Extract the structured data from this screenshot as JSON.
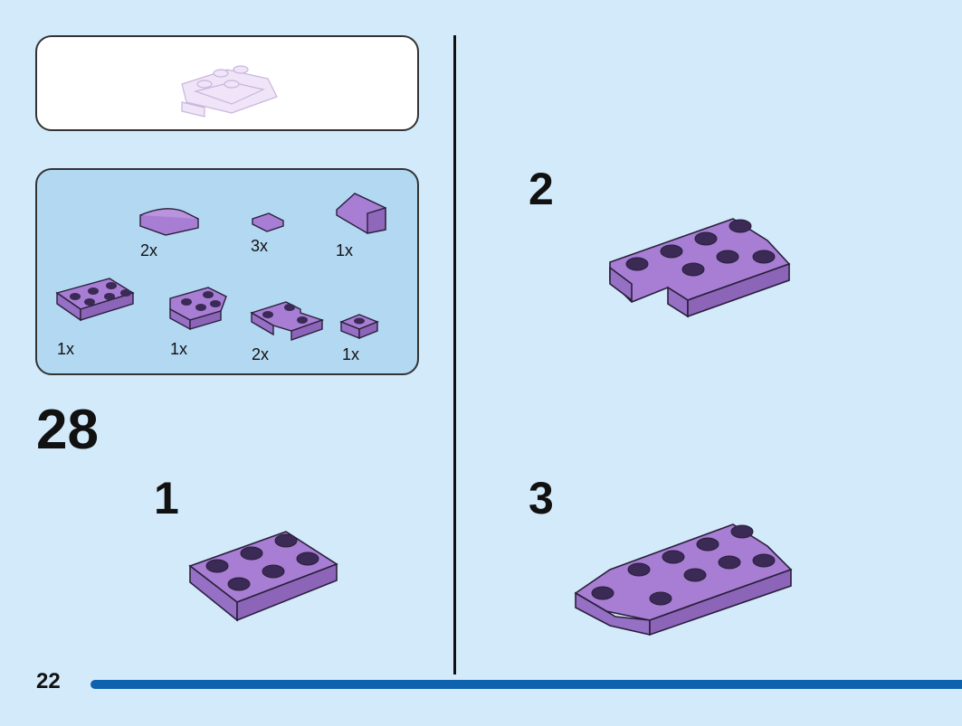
{
  "page": {
    "number": "22",
    "step_number": "28"
  },
  "parts": [
    {
      "name": "curved-slope-1x2",
      "qty": "2x"
    },
    {
      "name": "curved-slope-1x1",
      "qty": "3x"
    },
    {
      "name": "slope-wedge",
      "qty": "1x"
    },
    {
      "name": "plate-2x3",
      "qty": "1x"
    },
    {
      "name": "wedge-plate-2x3",
      "qty": "1x"
    },
    {
      "name": "corner-plate-2x2",
      "qty": "2x"
    },
    {
      "name": "plate-1x1",
      "qty": "1x"
    }
  ],
  "substeps": [
    {
      "label": "1"
    },
    {
      "label": "2"
    },
    {
      "label": "3"
    }
  ],
  "colors": {
    "brick": "#a77ed4",
    "stud_top": "#3a2a55",
    "background": "#d3eafa",
    "parts_bg": "#b3d8f2",
    "progress": "#0f62ad"
  }
}
